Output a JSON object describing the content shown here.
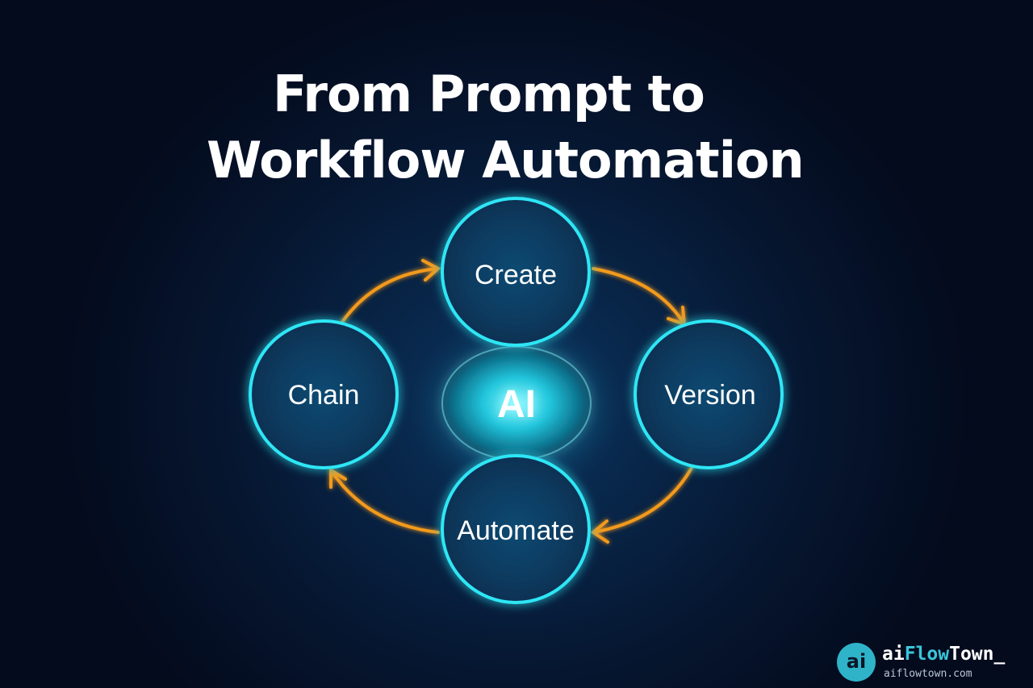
{
  "title": {
    "line1": "From Prompt to",
    "line2": "Workflow Automation"
  },
  "diagram": {
    "center_label": "AI",
    "nodes": [
      {
        "id": "create",
        "label": "Create"
      },
      {
        "id": "version",
        "label": "Version"
      },
      {
        "id": "automate",
        "label": "Automate"
      },
      {
        "id": "chain",
        "label": "Chain"
      }
    ],
    "cycle_direction": "clockwise",
    "node_color": "#2fe6f5",
    "arrow_color": "#f39a1b"
  },
  "brand": {
    "logo_text": "ai",
    "name_prefix": "ai",
    "name_accent": "Flow",
    "name_suffix": "Town_",
    "url": "aiflowtown.com",
    "logo_color": "#2fb3c9",
    "accent_color": "#38c6dc"
  }
}
